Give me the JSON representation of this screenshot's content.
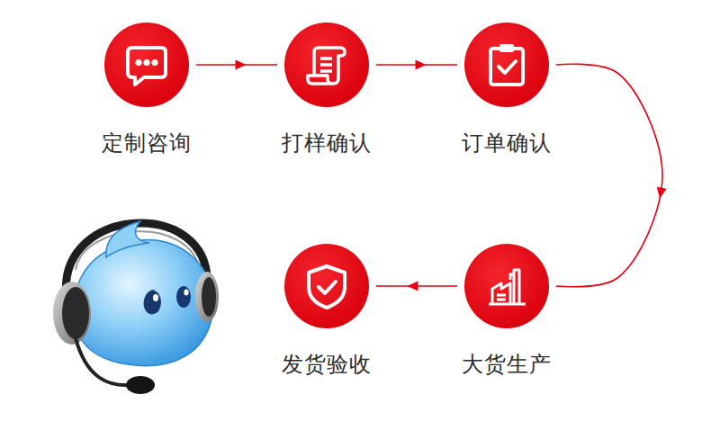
{
  "diagram": {
    "nodes": [
      {
        "text": [
          "定制咨询"
        ]
      },
      {
        "text": [
          "打样确认"
        ]
      },
      {
        "text": [
          "订单确认"
        ]
      },
      {
        "text": [
          "大货生产"
        ]
      },
      {
        "text": [
          "发货验收"
        ]
      }
    ],
    "edges": [
      {
        "from": 0,
        "to": 1,
        "arrow": "to"
      },
      {
        "from": 1,
        "to": 2,
        "arrow": "to"
      },
      {
        "from": 2,
        "to": 3,
        "arrow": "to"
      },
      {
        "from": 3,
        "to": 4,
        "arrow": "to"
      }
    ]
  }
}
